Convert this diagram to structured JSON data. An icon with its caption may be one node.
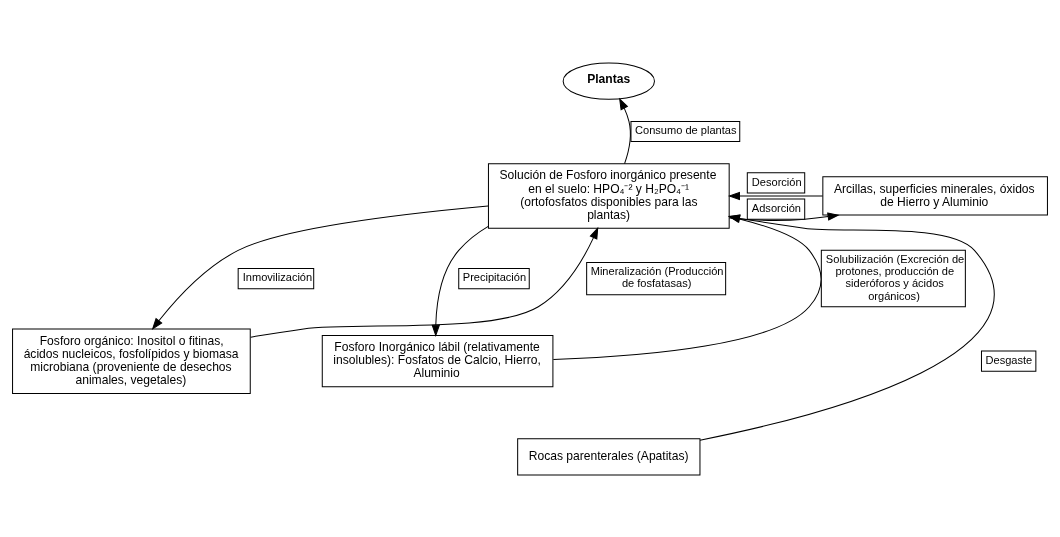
{
  "diagram": {
    "nodes": [
      {
        "text": [
          "Plantas"
        ]
      },
      {
        "text": [
          "Solución de Fosforo inorgánico presente en el suelo: HPO₄⁻² y H₂PO₄⁻¹ (ortofosfatos disponibles para las plantas)"
        ]
      },
      {
        "text": [
          "Arcillas, superficies minerales, óxidos de Hierro y Aluminio"
        ]
      },
      {
        "text": [
          "Fosforo orgánico: Inositol o fitinas, ácidos nucleicos, fosfolípidos y biomasa microbiana (proveniente de desechos animales, vegetales)"
        ]
      },
      {
        "text": [
          "Fosforo Inorgánico lábil (relativamente insolubles): Fosfatos de Calcio, Hierro, Aluminio"
        ]
      },
      {
        "text": [
          "Rocas parenterales (Apatitas)"
        ]
      }
    ],
    "edges": [
      {
        "from": 1,
        "to": 0,
        "arrow": "to",
        "label": "Consumo de plantas"
      },
      {
        "from": 2,
        "to": 1,
        "arrow": "to",
        "label": "Desorción"
      },
      {
        "from": 1,
        "to": 2,
        "arrow": "to",
        "label": "Adsorción"
      },
      {
        "from": 1,
        "to": 3,
        "arrow": "to",
        "label": "Inmovilización"
      },
      {
        "from": 3,
        "to": 1,
        "arrow": "to",
        "label": "Mineralización (Producción de fosfatasas)"
      },
      {
        "from": 1,
        "to": 4,
        "arrow": "to",
        "label": "Precipitación"
      },
      {
        "from": 4,
        "to": 1,
        "arrow": "to",
        "label": "Solubilización (Excreción de protones, producción de sideróforos y ácidos orgánicos)"
      },
      {
        "from": 5,
        "to": 1,
        "arrow": "to",
        "label": "Desgaste"
      }
    ]
  }
}
